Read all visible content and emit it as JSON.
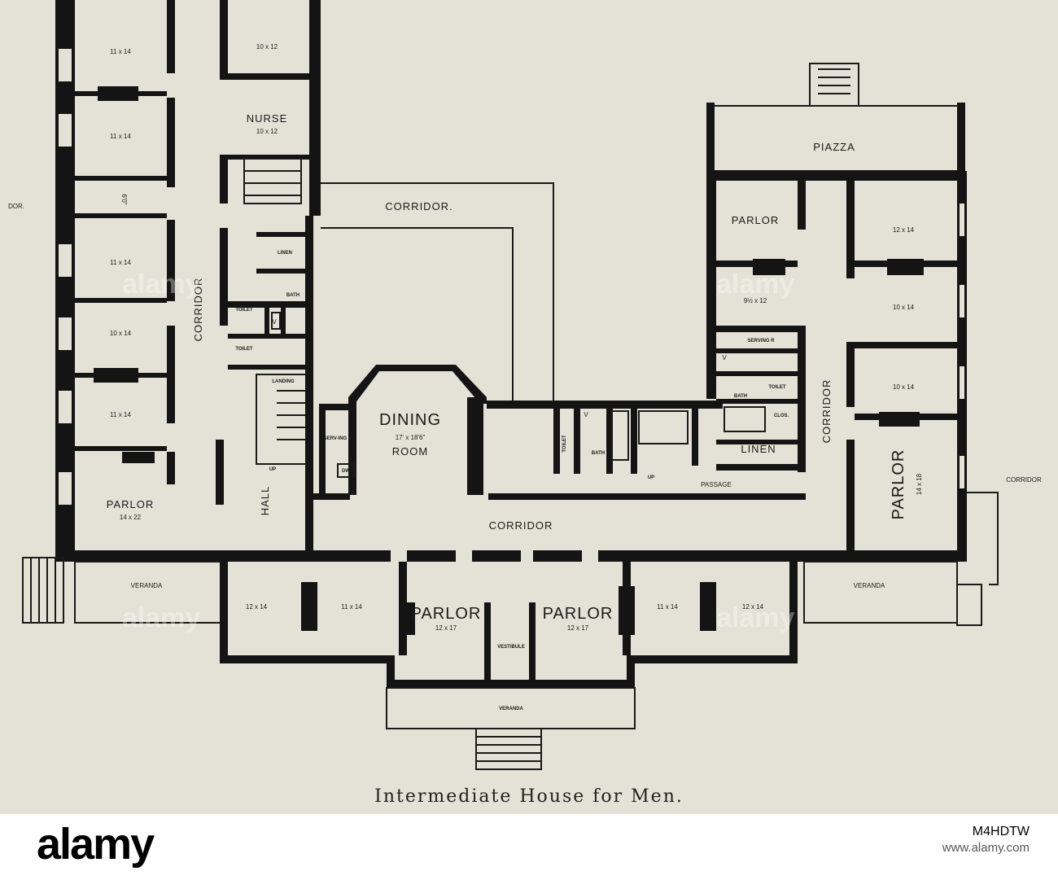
{
  "caption": "Intermediate House for Men.",
  "rooms": {
    "lw_r1": "11 x 14",
    "lw_r2": "11 x 14",
    "lw_r3": "11 x 14",
    "lw_r4": "10 x 14",
    "lw_r5": "11 x 14",
    "lw_parlor": "PARLOR",
    "lw_parlor_dim": "14 x 22",
    "lw_top_right": "10 x 12",
    "nurse": "NURSE",
    "nurse_dim": "10 x 12",
    "linen_left": "LINEN",
    "bath_left": "BATH",
    "toilet_left1": "TOILET",
    "toilet_left2": "TOILET",
    "landing": "LANDING",
    "serving_left": "SERV-ING R",
    "dw": "DW",
    "corridor_left_vert": "CORRIDOR",
    "hall": "HALL",
    "width_note": "6'0\"",
    "corridor_cut_left": "DOR.",
    "dining": "DINING",
    "dining_dim": "17' x 18'6\"",
    "dining_room": "ROOM",
    "corridor_top": "CORRIDOR.",
    "corridor_main": "CORRIDOR",
    "toilet_mid": "TOILET",
    "bath_mid": "BATH",
    "passage": "PASSAGE",
    "piazza": "PIAZZA",
    "rw_parlor": "PARLOR",
    "rw_r1": "12 x 14",
    "rw_r2": "9½ x 12",
    "rw_r3": "10 x 14",
    "rw_r4": "10 x 14",
    "serving_right": "SERVING R",
    "toilet_right": "TOILET",
    "bath_right": "BATH",
    "clos": "CLOS.",
    "linen_right": "LINEN",
    "corridor_right_vert": "CORRIDOR",
    "rw_parlor2": "PARLOR",
    "rw_parlor2_dim": "14 x 18",
    "corridor_right_edge": "CORRIDOR",
    "veranda_left": "VERANDA",
    "veranda_right": "VERANDA",
    "veranda_front": "VERANDA",
    "front_r1": "12 x 14",
    "front_r2": "11 x 14",
    "front_parlor_l": "PARLOR",
    "front_parlor_l_dim": "12 x 17",
    "vestibule": "VESTIBULE",
    "front_parlor_r": "PARLOR",
    "front_parlor_r_dim": "12 x 17",
    "front_r3": "11 x 14",
    "front_r4": "12 x 14",
    "v_mark": "V",
    "v_mark2": "V",
    "v_mark3": "V",
    "up1": "UP",
    "up2": "UP"
  },
  "watermark": "alamy",
  "footer": {
    "brand": "alamy",
    "code": "M4HDTW",
    "url": "www.alamy.com"
  }
}
